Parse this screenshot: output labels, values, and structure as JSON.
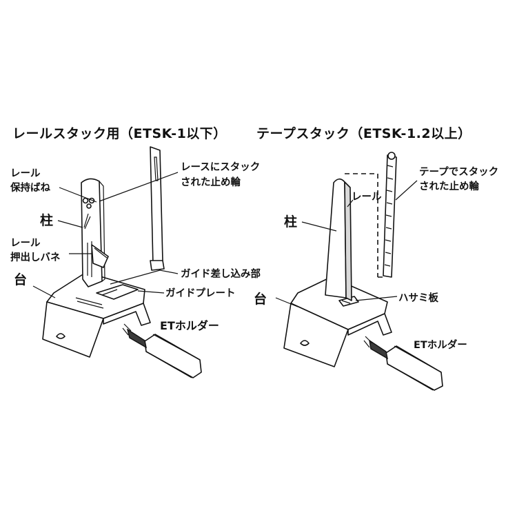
{
  "titles": {
    "rail_stack": "レールスタック用（ETSK-1以下）",
    "tape_stack": "テープスタック（ETSK-1.2以上）"
  },
  "left_labels": {
    "rail_retaining_spring_line1": "レール",
    "rail_retaining_spring_line2": "保持ばね",
    "pillar": "柱",
    "rail_push_spring_line1": "レール",
    "rail_push_spring_line2": "押出しバネ",
    "base": "台",
    "lace_stack_line1": "レースにスタック",
    "lace_stack_line2": "された止め輪",
    "guide_insert": "ガイド差し込み部",
    "guide_plate": "ガイドプレート",
    "et_holder": "ETホルダー"
  },
  "right_labels": {
    "pillar": "柱",
    "rail": "レール",
    "tape_stack_line1": "テープでスタック",
    "tape_stack_line2": "された止め輪",
    "base": "台",
    "scissor_plate": "ハサミ板",
    "et_holder": "ETホルダー"
  }
}
